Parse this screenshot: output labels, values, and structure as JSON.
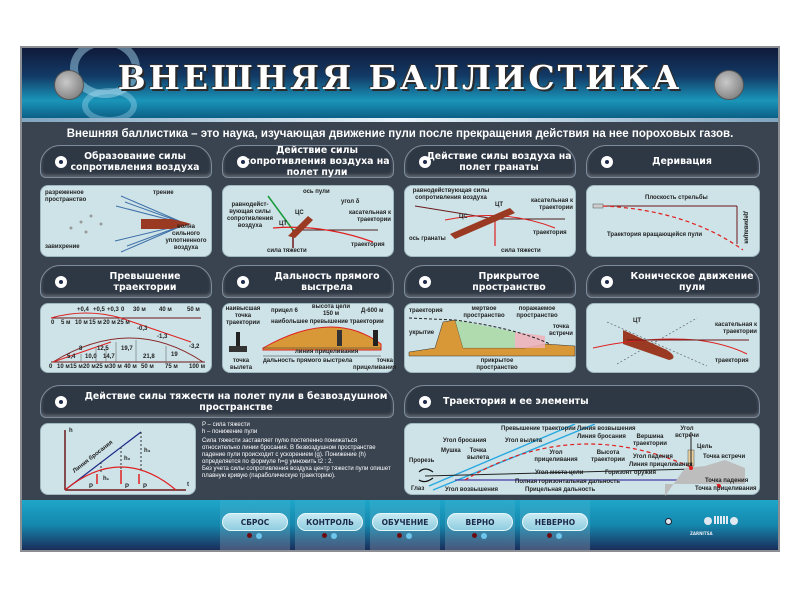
{
  "header": {
    "title": "ВНЕШНЯЯ  БАЛЛИСТИКА",
    "subtitle": "Внешняя баллистика – это наука, изучающая движение пули после прекращения действия на нее пороховых газов."
  },
  "panels": [
    {
      "title": "Образование силы сопротивления воздуха",
      "labels": [
        "разреженное пространство",
        "трение",
        "завихрение",
        "волна сильного уплотненного воздуха"
      ]
    },
    {
      "title": "Действие силы сопротивления воздуха на полет пули",
      "labels": [
        "ось пули",
        "угол δ",
        "равнодейст-вующая силы сопротивления воздуха",
        "ЦС",
        "ЦТ",
        "касательная к траектории",
        "траектория",
        "сила тяжести"
      ]
    },
    {
      "title": "Действие силы воздуха на полет гранаты",
      "labels": [
        "равнодействующая силы сопротивления воздуха",
        "ЦТ",
        "ЦС",
        "касательная к траектории",
        "траектория",
        "ось гранаты",
        "сила тяжести"
      ]
    },
    {
      "title": "Деривация",
      "labels": [
        "Плоскость стрельбы",
        "Траектория вращающейся пули",
        "деривация"
      ]
    },
    {
      "title": "Превышение траектории",
      "labels": [
        "+0,4",
        "+0,5",
        "+0,3",
        "0",
        "0",
        "5 м",
        "10 м",
        "15 м",
        "20 м",
        "25 м",
        "30 м",
        "40 м",
        "50 м",
        "-0,3",
        "-1,3",
        "-3,2",
        "0",
        "10 м",
        "15 м",
        "20 м",
        "25 м",
        "30 м",
        "40 м",
        "50 м",
        "75 м",
        "100 м",
        "5,4",
        "8",
        "10,0",
        "12,5",
        "14,7",
        "19,7",
        "21,8",
        "19"
      ]
    },
    {
      "title": "Дальность прямого выстрела",
      "labels": [
        "наивысшая точка траектории",
        "прицел 6",
        "высота цели 150 м",
        "Д-600 м",
        "наибольшее превышение траектории",
        "линия прицеливания",
        "дальность прямого выстрела",
        "точка вылета",
        "точка прицеливания"
      ]
    },
    {
      "title": "Прикрытое пространство",
      "labels": [
        "траектория",
        "мертвое пространство",
        "поражаемое пространство",
        "укрытие",
        "точка встречи",
        "прикрытое пространство"
      ]
    },
    {
      "title": "Коническое движение пули",
      "labels": [
        "ЦТ",
        "касательная к траектории",
        "траектория"
      ]
    },
    {
      "title": "Действие силы тяжести на полет пули в безвоздушном пространстве",
      "labels": [
        "h",
        "Линия бросания",
        "h₁",
        "h₂",
        "h₃",
        "P",
        "P",
        "P",
        "t"
      ],
      "text": [
        "P – сила тяжести",
        "h – понижение пули",
        "Сила тяжести заставляет пулю постепенно понижаться относительно линии бросания. В безвоздушном пространстве падение пули происходит с ускорением (g). Понижение (h) определяется по формуле h=g умножить t2 : 2.",
        "Без учета силы сопротивления воздуха центр тяжести пули опишет плавную кривую (параболическую траекторию)."
      ]
    },
    {
      "title": "Траектория и ее элементы",
      "labels": [
        "Превышение траектории",
        "Линия возвышения",
        "Линия бросания",
        "Угол бросания",
        "Угол вылета",
        "Вершина траектории",
        "Угол встречи",
        "Мушка",
        "Прорезь",
        "Точка вылета",
        "Угол прицеливания",
        "Высота траектории",
        "Цель",
        "Угол падения",
        "Точка встречи",
        "Линия прицеливания",
        "Угол места цели",
        "Горизонт оружия",
        "Глаз",
        "Угол возвышения",
        "Полная горизонтальная дальность",
        "Прицельная дальность",
        "Точка падения",
        "Точка прицеливания"
      ]
    }
  ],
  "footer": {
    "buttons": [
      "СБРОС",
      "КОНТРОЛЬ",
      "ОБУЧЕНИЕ",
      "ВЕРНО",
      "НЕВЕРНО"
    ],
    "brand": "ZARNITSA"
  },
  "colors": {
    "background": "#3a4451",
    "diagram": "#cde3e8",
    "bullet": "#9b3a22",
    "trajectory": "#e02020",
    "header": "#1a95b9"
  }
}
